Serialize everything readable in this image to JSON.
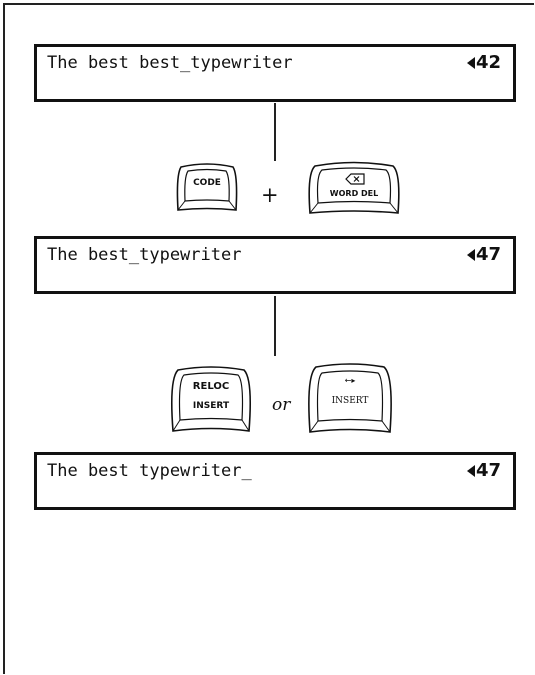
{
  "displays": [
    {
      "text": "The best best_typewriter",
      "counter": "42"
    },
    {
      "text": "The best_typewriter",
      "counter": "47"
    },
    {
      "text": "The best typewriter_",
      "counter": "47"
    }
  ],
  "step1": {
    "key_left": {
      "label": "CODE"
    },
    "operator": "+",
    "key_right": {
      "label": "WORD DEL",
      "icon": "backspace-x-icon"
    }
  },
  "step2": {
    "key_left": {
      "label_top": "RELOC",
      "label_bottom": "INSERT"
    },
    "operator": "or",
    "key_right": {
      "label_top": "←▸",
      "label_bottom": "INSERT"
    }
  }
}
